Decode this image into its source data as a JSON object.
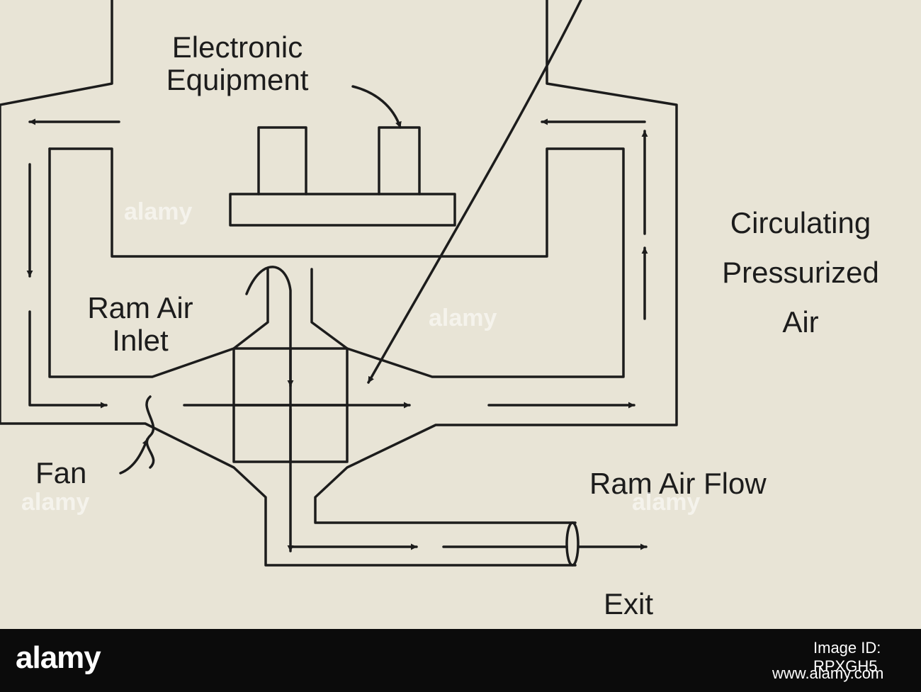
{
  "labels": {
    "electronic_equipment": [
      "Electronic",
      "Equipment"
    ],
    "ram_air_inlet": [
      "Ram Air",
      "Inlet"
    ],
    "circulating_air": [
      "Circulating",
      "Pressurized",
      "Air"
    ],
    "fan": "Fan",
    "ram_air_flow": "Ram Air Flow",
    "exit": "Exit"
  },
  "watermark": "alamy",
  "footer": {
    "logo": "alamy",
    "image_id": "Image ID: RPXGH5",
    "site": "www.alamy.com"
  },
  "colors": {
    "paper": "#e8e4d6",
    "ink": "#1c1c1c",
    "footer": "#0b0b0b"
  }
}
